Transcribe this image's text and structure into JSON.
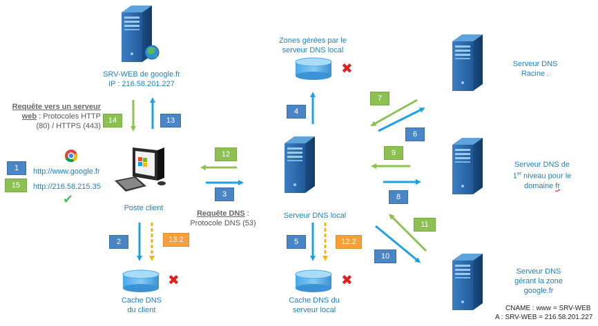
{
  "nodes": {
    "web_server": {
      "line1": "SRV-WEB de google.fr",
      "line2": "IP : 216.58.201.227"
    },
    "client": {
      "label": "Poste client"
    },
    "local_dns": {
      "label": "Serveur DNS local"
    },
    "zones": {
      "line1": "Zones gérées par le",
      "line2": "serveur DNS local"
    },
    "client_cache": {
      "line1": "Cache DNS",
      "line2": "du client"
    },
    "local_cache": {
      "line1": "Cache DNS du",
      "line2": "serveur local"
    },
    "root": {
      "line1": "Serveur DNS",
      "line2": "Racine ."
    },
    "tld": {
      "line1": "Serveur DNS de",
      "line2_pre": "1",
      "line2_sup": "er",
      "line2_post": " niveau pour le",
      "line3_pre": "domaine ",
      "line3_fr": "fr"
    },
    "auth": {
      "line1": "Serveur DNS",
      "line2": "gérant la zone",
      "line3": "google.fr"
    }
  },
  "records": {
    "line1": "CNAME : www = SRV-WEB",
    "line2": "A : SRV-WEB = 216.58.201.227"
  },
  "http_request": {
    "title": "Requête vers un serveur",
    "title2": "web",
    "rest": " : Protocoles HTTP",
    "line3": "(80) / HTTPS (443)"
  },
  "dns_request": {
    "title": "Requête DNS",
    "rest": " :",
    "line2": "Protocole DNS (53)"
  },
  "urls": {
    "u1": "http://www.google.fr",
    "u2": "http://216.58.215.35"
  },
  "steps": {
    "s1": "1",
    "s2": "2",
    "s3": "3",
    "s4": "4",
    "s5": "5",
    "s6": "6",
    "s7": "7",
    "s8": "8",
    "s9": "9",
    "s10": "10",
    "s11": "11",
    "s12": "12",
    "s13": "13",
    "s14": "14",
    "s15": "15",
    "s122a": "13.2",
    "s122b": "12.2"
  },
  "colors": {
    "blue": "#1ea0e0",
    "green": "#8cc152",
    "orange": "#f5b800",
    "label": "#1f7fc0"
  }
}
